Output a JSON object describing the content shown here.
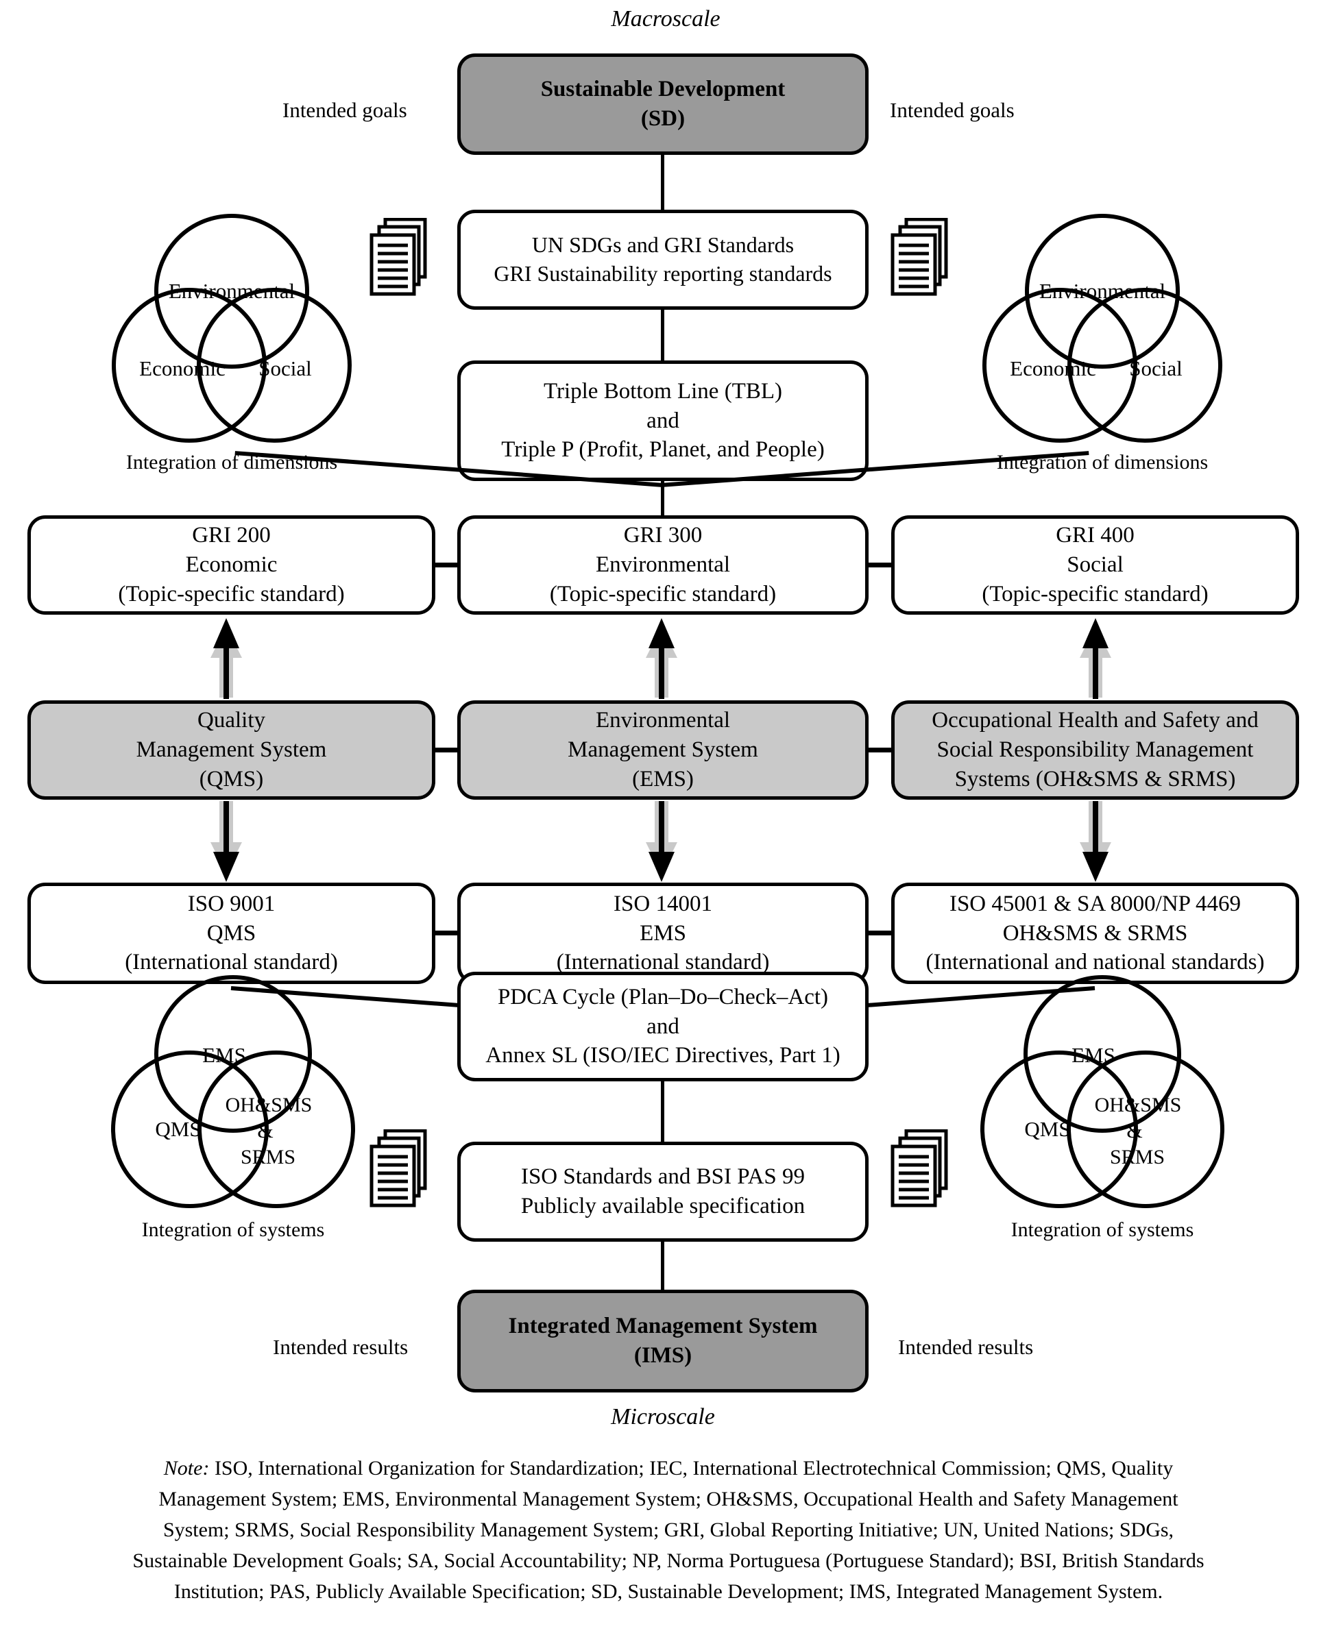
{
  "scale_labels": {
    "top": "Macroscale",
    "bottom": "Microscale"
  },
  "side_labels": {
    "goals_left": "Intended goals",
    "goals_right": "Intended goals",
    "results_left": "Intended results",
    "results_right": "Intended results"
  },
  "boxes": {
    "sd": {
      "line1": "Sustainable Development",
      "line2": "(SD)"
    },
    "gri_std": {
      "line1": "UN SDGs and GRI Standards",
      "line2": "GRI Sustainability reporting standards"
    },
    "tbl": {
      "line1": "Triple Bottom Line (TBL)",
      "line2": "and",
      "line3": "Triple P (Profit, Planet, and People)"
    },
    "gri200": {
      "line1": "GRI 200",
      "line2": "Economic",
      "line3": "(Topic-specific standard)"
    },
    "gri300": {
      "line1": "GRI 300",
      "line2": "Environmental",
      "line3": "(Topic-specific standard)"
    },
    "gri400": {
      "line1": "GRI 400",
      "line2": "Social",
      "line3": "(Topic-specific standard)"
    },
    "qms": {
      "line1": "Quality",
      "line2": "Management System",
      "line3": "(QMS)"
    },
    "ems": {
      "line1": "Environmental",
      "line2": "Management System",
      "line3": "(EMS)"
    },
    "ohsms": {
      "line1": "Occupational Health and Safety and",
      "line2": "Social Responsibility Management",
      "line3": "Systems (OH&SMS & SRMS)"
    },
    "iso9001": {
      "line1": "ISO 9001",
      "line2": "QMS",
      "line3": "(International standard)"
    },
    "iso14001": {
      "line1": "ISO 14001",
      "line2": "EMS",
      "line3": "(International standard)"
    },
    "iso45001": {
      "line1": "ISO 45001 & SA 8000/NP 4469",
      "line2": "OH&SMS & SRMS",
      "line3": "(International and national standards)"
    },
    "pdca": {
      "line1": "PDCA Cycle (Plan–Do–Check–Act)",
      "line2": "and",
      "line3": "Annex SL (ISO/IEC Directives, Part 1)"
    },
    "pas99": {
      "line1": "ISO Standards and BSI PAS 99",
      "line2": "Publicly available specification"
    },
    "ims": {
      "line1": "Integrated Management System",
      "line2": "(IMS)"
    }
  },
  "venn_top_left": {
    "top": "Environmental",
    "left": "Economic",
    "right": "Social",
    "caption": "Integration of dimensions"
  },
  "venn_top_right": {
    "top": "Environmental",
    "left": "Economic",
    "right": "Social",
    "caption": "Integration of dimensions"
  },
  "venn_bottom_left": {
    "top": "EMS",
    "left": "QMS",
    "right_l1": "OH&SMS",
    "right_l2": "&",
    "right_l3": "SRMS",
    "caption": "Integration of systems"
  },
  "venn_bottom_right": {
    "top": "EMS",
    "left": "QMS",
    "right_l1": "OH&SMS",
    "right_l2": "&",
    "right_l3": "SRMS",
    "caption": "Integration of systems"
  },
  "icons": {
    "documents_top_left": "documents-stack-icon",
    "documents_top_right": "documents-stack-icon",
    "documents_bottom_left": "documents-stack-icon",
    "documents_bottom_right": "documents-stack-icon"
  },
  "note": {
    "prefix": "Note:",
    "body": " ISO, International Organization for Standardization; IEC, International Electrotechnical Commission; QMS, Quality Management System; EMS, Environmental Management System; OH&SMS, Occupational Health and Safety Management System; SRMS, Social Responsibility Management System; GRI, Global Reporting Initiative; UN, United Nations; SDGs, Sustainable Development Goals; SA, Social Accountability; NP, Norma Portuguesa (Portuguese Standard); BSI, British Standards Institution; PAS, Publicly Available Specification; SD, Sustainable Development; IMS, Integrated Management System."
  },
  "colors": {
    "stroke": "#000000",
    "dark_fill": "#9a9a9a",
    "light_fill": "#c9c9c9",
    "arrow_grey": "#c9c9c9",
    "background": "#ffffff"
  }
}
